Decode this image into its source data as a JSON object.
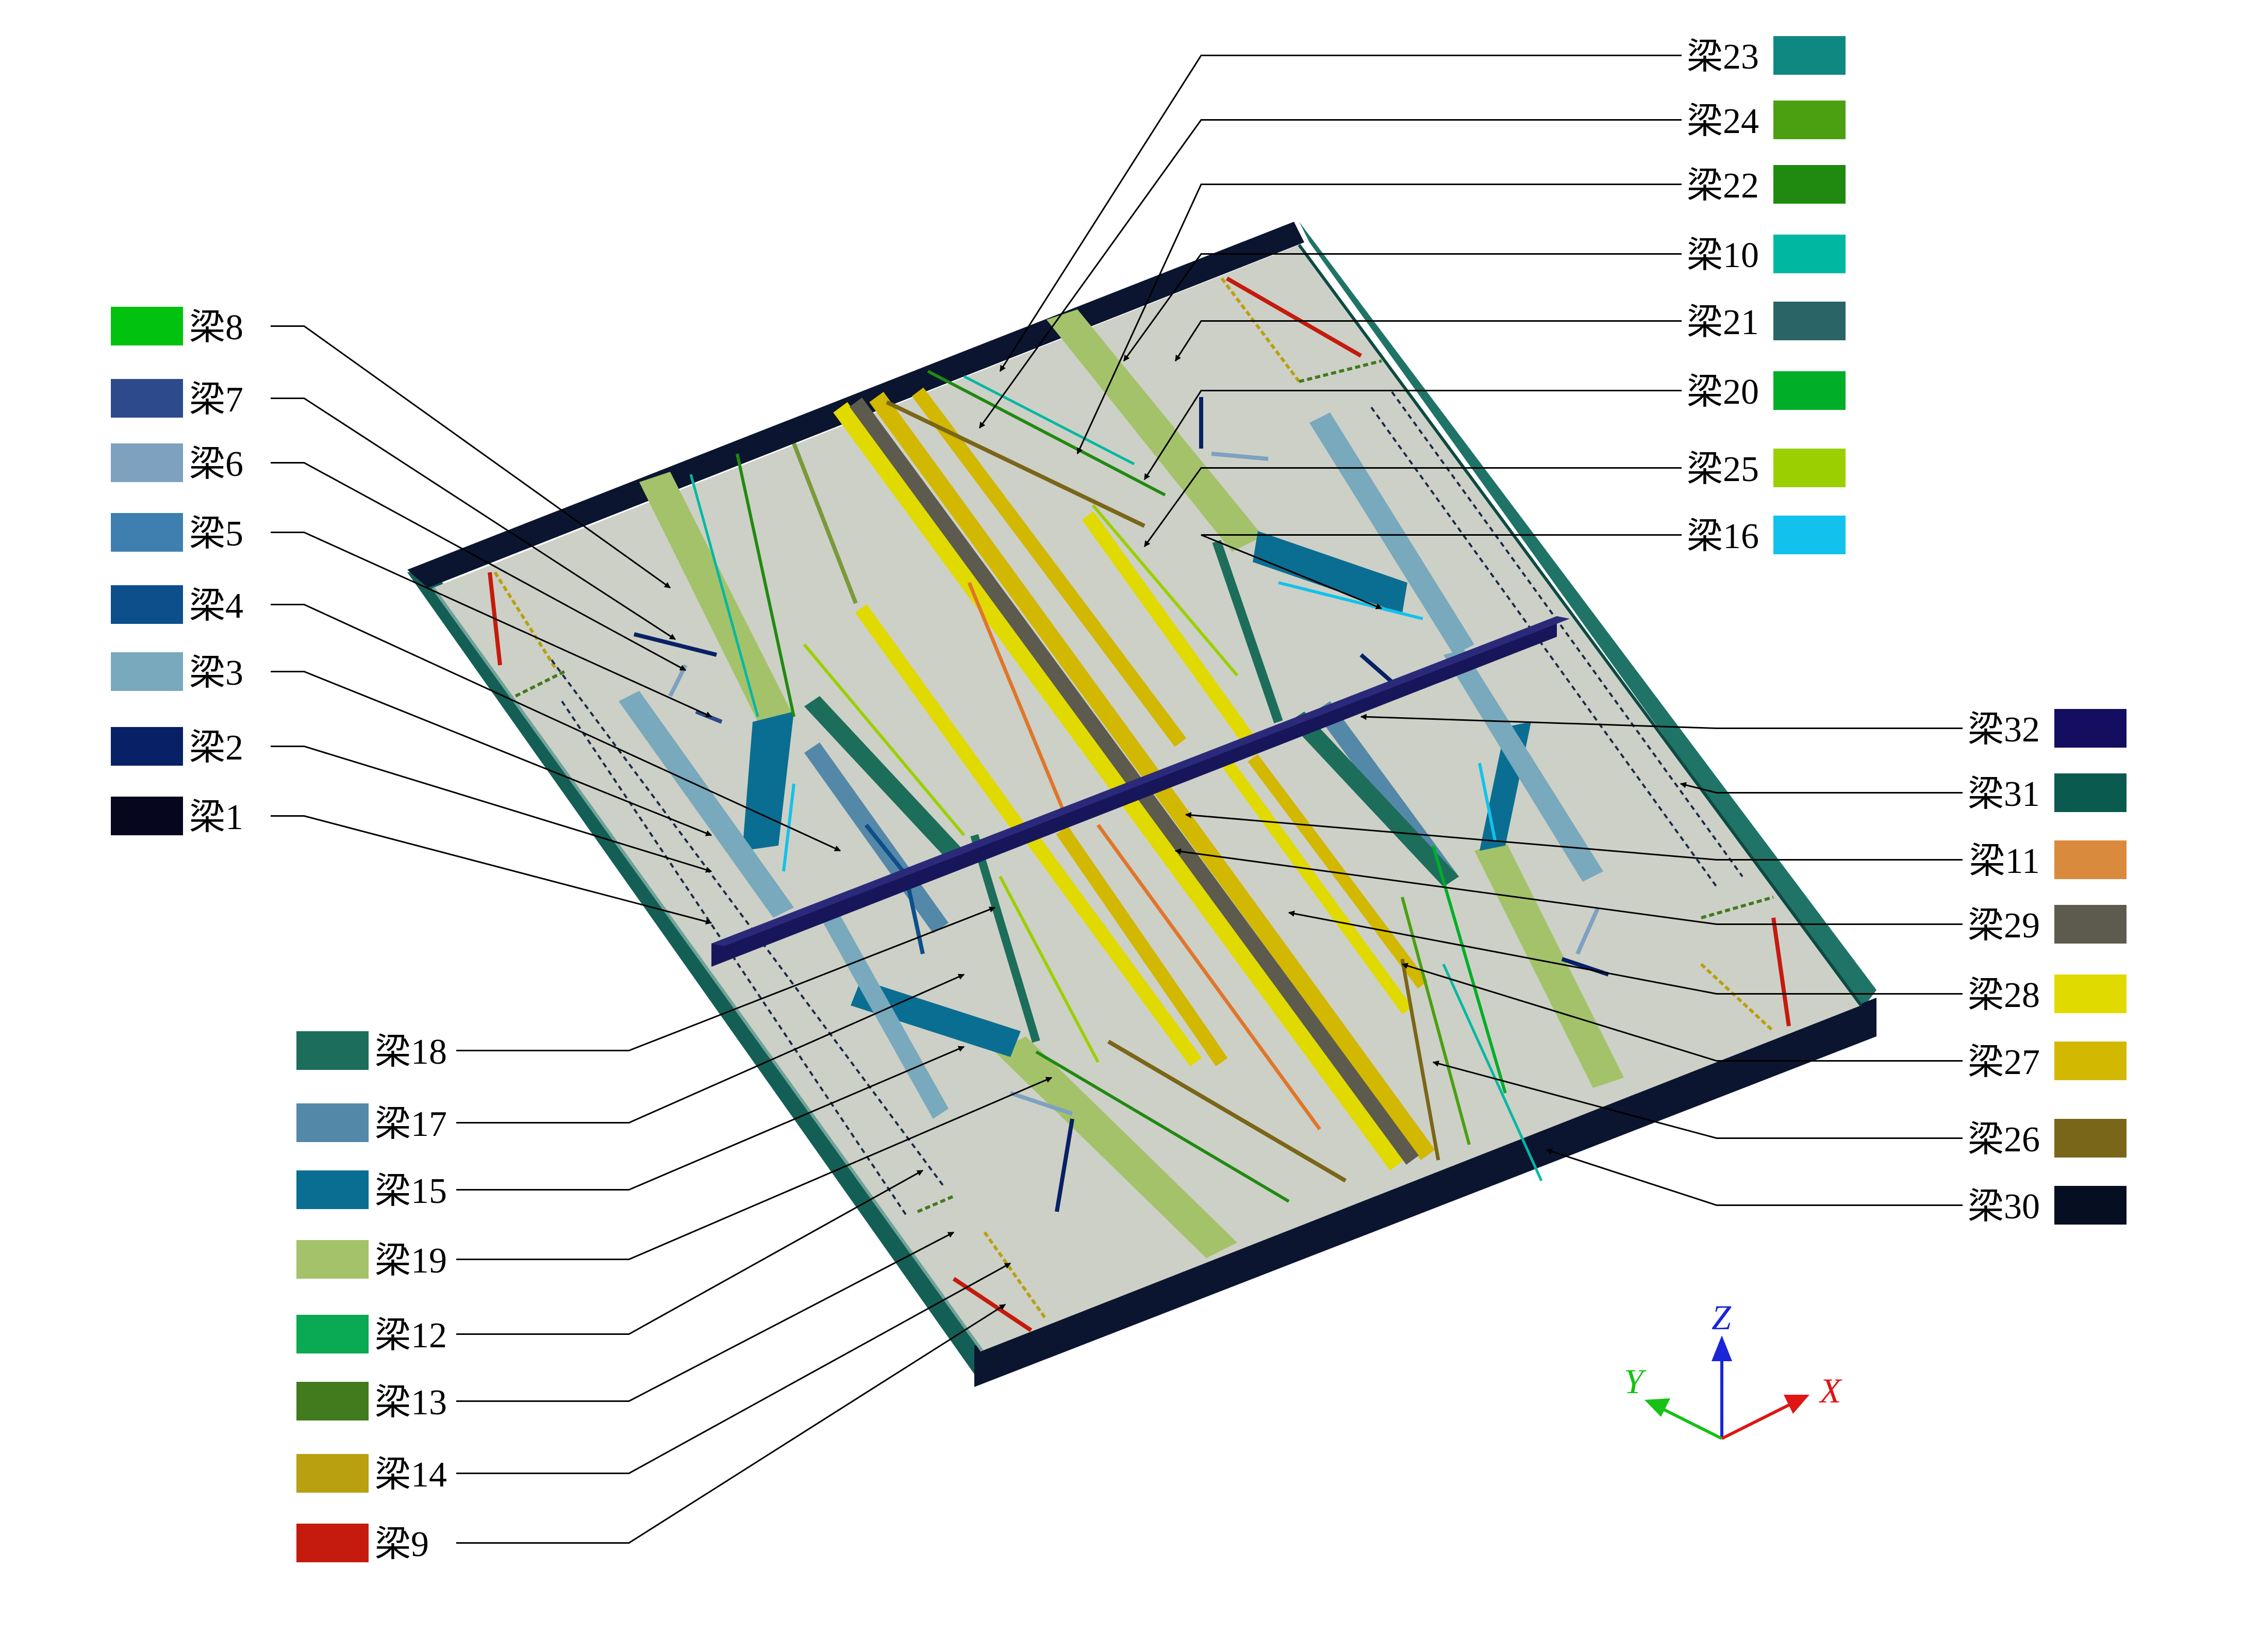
{
  "legend_left": [
    {
      "label": "梁8",
      "color": "#00c20f"
    },
    {
      "label": "梁7",
      "color": "#2c4a8c"
    },
    {
      "label": "梁6",
      "color": "#7ea1c0"
    },
    {
      "label": "梁5",
      "color": "#3f7fb0"
    },
    {
      "label": "梁4",
      "color": "#0d4f8b"
    },
    {
      "label": "梁3",
      "color": "#78a9bc"
    },
    {
      "label": "梁2",
      "color": "#072066"
    },
    {
      "label": "梁1",
      "color": "#06061e"
    }
  ],
  "legend_bottom_left": [
    {
      "label": "梁18",
      "color": "#1c6e5a"
    },
    {
      "label": "梁17",
      "color": "#5488a8"
    },
    {
      "label": "梁15",
      "color": "#0a6e92"
    },
    {
      "label": "梁19",
      "color": "#a4c26a"
    },
    {
      "label": "梁12",
      "color": "#0aaa55"
    },
    {
      "label": "梁13",
      "color": "#427a1e"
    },
    {
      "label": "梁14",
      "color": "#b9a00e"
    },
    {
      "label": "梁9",
      "color": "#c51a0e"
    }
  ],
  "legend_top_right": [
    {
      "label": "梁23",
      "color": "#108882"
    },
    {
      "label": "梁24",
      "color": "#4aa010"
    },
    {
      "label": "梁22",
      "color": "#208a10"
    },
    {
      "label": "梁10",
      "color": "#00b8a2"
    },
    {
      "label": "梁21",
      "color": "#2a6466"
    },
    {
      "label": "梁20",
      "color": "#00ae28"
    },
    {
      "label": "梁25",
      "color": "#9ccf00"
    },
    {
      "label": "梁16",
      "color": "#12c2ec"
    }
  ],
  "legend_right": [
    {
      "label": "梁32",
      "color": "#130e60"
    },
    {
      "label": "梁31",
      "color": "#0a5a50"
    },
    {
      "label": "梁11",
      "color": "#da8a3c"
    },
    {
      "label": "梁29",
      "color": "#5c5b4e"
    },
    {
      "label": "梁28",
      "color": "#e0da00"
    },
    {
      "label": "梁27",
      "color": "#d2b800"
    },
    {
      "label": "梁26",
      "color": "#7a6618"
    },
    {
      "label": "梁30",
      "color": "#060e22"
    }
  ],
  "axes": {
    "z": "Z",
    "y": "Y",
    "x": "X"
  },
  "colors": {
    "deck": "#cdd0c6",
    "wall": "#145f55",
    "wall_light": "#1f7467",
    "rim_dark": "#0b1530",
    "center_beam": "#18165a",
    "leader": "#000000"
  }
}
